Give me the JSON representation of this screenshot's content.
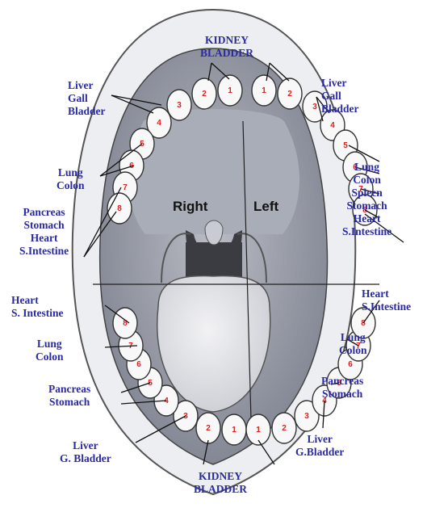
{
  "palate": {
    "right_label": "Right",
    "left_label": "Left"
  },
  "upper_teeth_numbers": [
    "1",
    "2",
    "3",
    "4",
    "5",
    "6",
    "7",
    "8"
  ],
  "lower_teeth_numbers": [
    "1",
    "2",
    "3",
    "4",
    "5",
    "6",
    "7",
    "8"
  ],
  "labels": {
    "kidney_top": "KIDNEY\nBLADDER",
    "liver_upper_right": "Liver\nGall\nBladder",
    "lung_upper_right": "Lung\nColon",
    "pancreas_upper_right": "Pancreas\nStomach\nHeart\nS.Intestine",
    "liver_upper_left": "Liver\nGall\nBladder",
    "lung_upper_left": "Lung\nColon\nSpleen\nStomach\nHeart\nS.Intestine",
    "heart_lower_right": "Heart\nS. Intestine",
    "lung_lower_right": "Lung\nColon",
    "pancreas_lower_right": "Pancreas\nStomach",
    "liver_lower_right": "Liver\nG. Bladder",
    "kidney_bottom": "KIDNEY\nBLADDER",
    "heart_lower_left": "Heart\nS.Intestine",
    "lung_lower_left": "Lung\nColon",
    "pancreas_lower_left": "Pancreas\nStomach",
    "liver_lower_left": "Liver\nG.Bladder"
  }
}
